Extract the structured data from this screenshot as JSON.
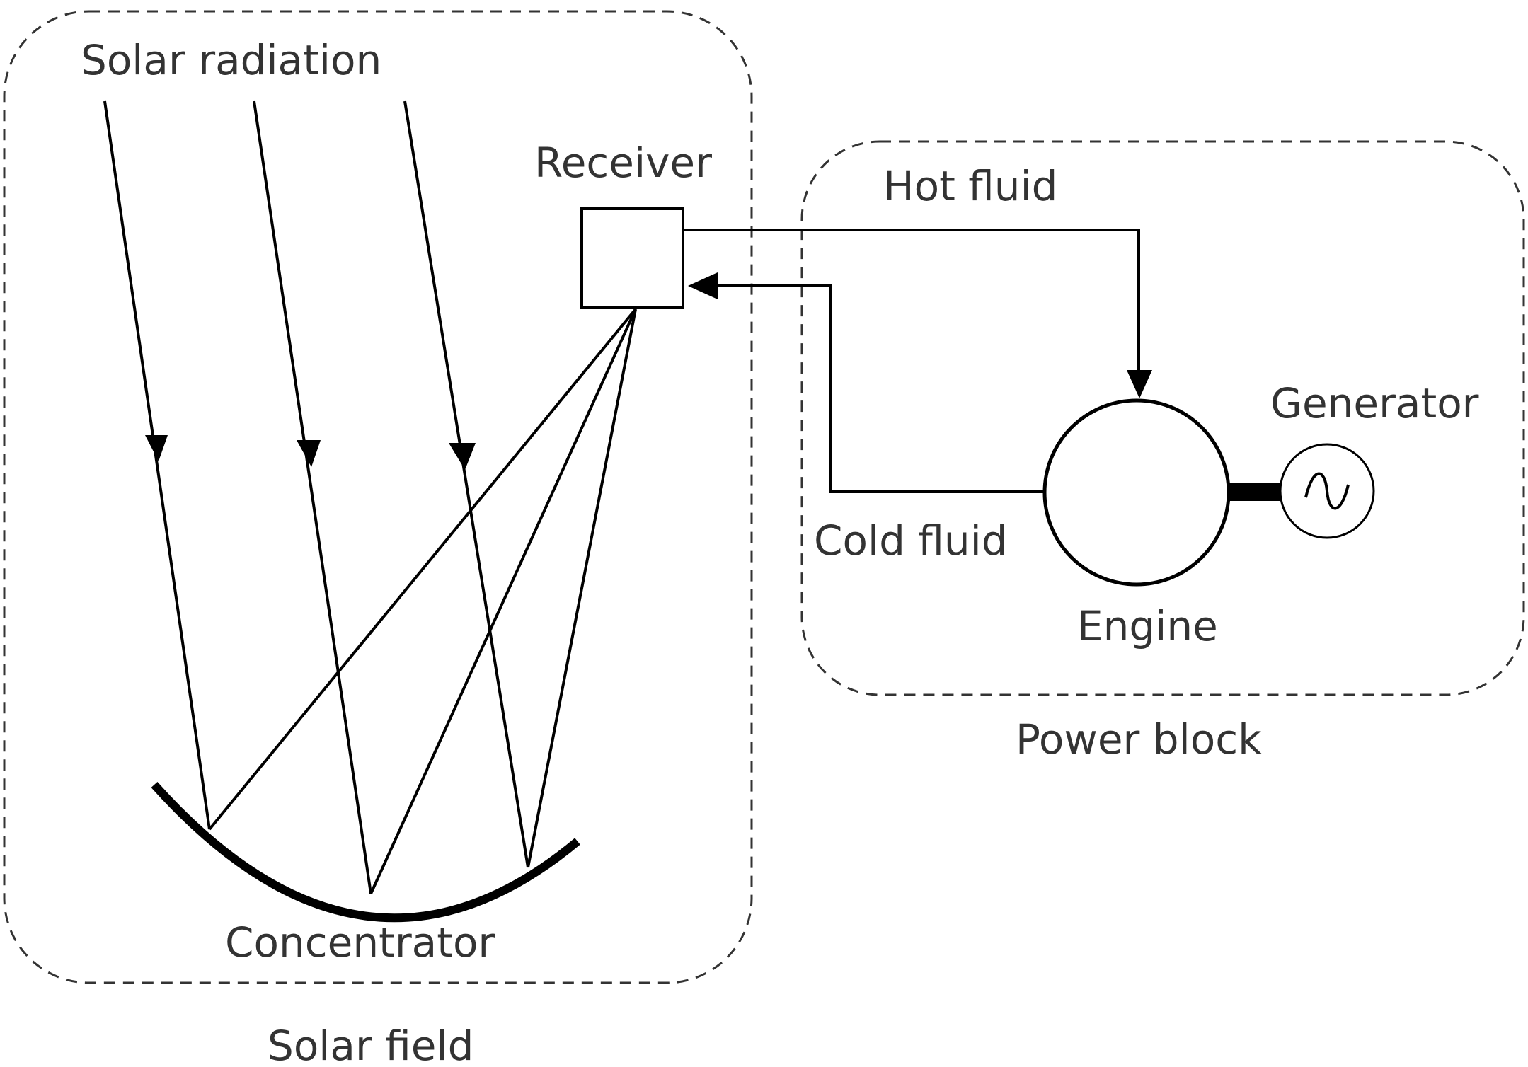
{
  "labels": {
    "solar_radiation": "Solar radiation",
    "receiver": "Receiver",
    "hot_fluid": "Hot fluid",
    "cold_fluid": "Cold fluid",
    "generator": "Generator",
    "engine": "Engine",
    "concentrator": "Concentrator",
    "power_block": "Power block",
    "solar_field": "Solar field"
  },
  "colors": {
    "line": "#000000",
    "text": "#333333",
    "boundary": "#333333",
    "background": "#ffffff"
  },
  "icons": {
    "generator_symbol": "sine-wave-icon"
  }
}
